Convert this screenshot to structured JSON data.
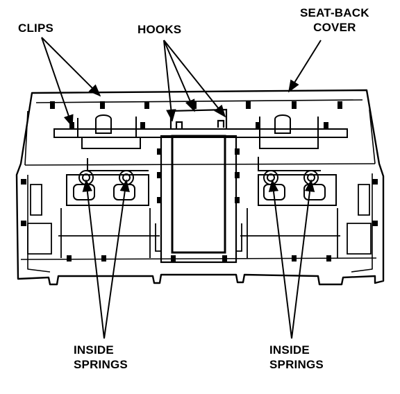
{
  "labels": {
    "clips": "CLIPS",
    "hooks": "HOOKS",
    "cover_line1": "SEAT-BACK",
    "cover_line2": "COVER",
    "springs_left_line1": "INSIDE",
    "springs_left_line2": "SPRINGS",
    "springs_right_line1": "INSIDE",
    "springs_right_line2": "SPRINGS"
  },
  "colors": {
    "ink": "#000000",
    "paper": "#ffffff"
  }
}
